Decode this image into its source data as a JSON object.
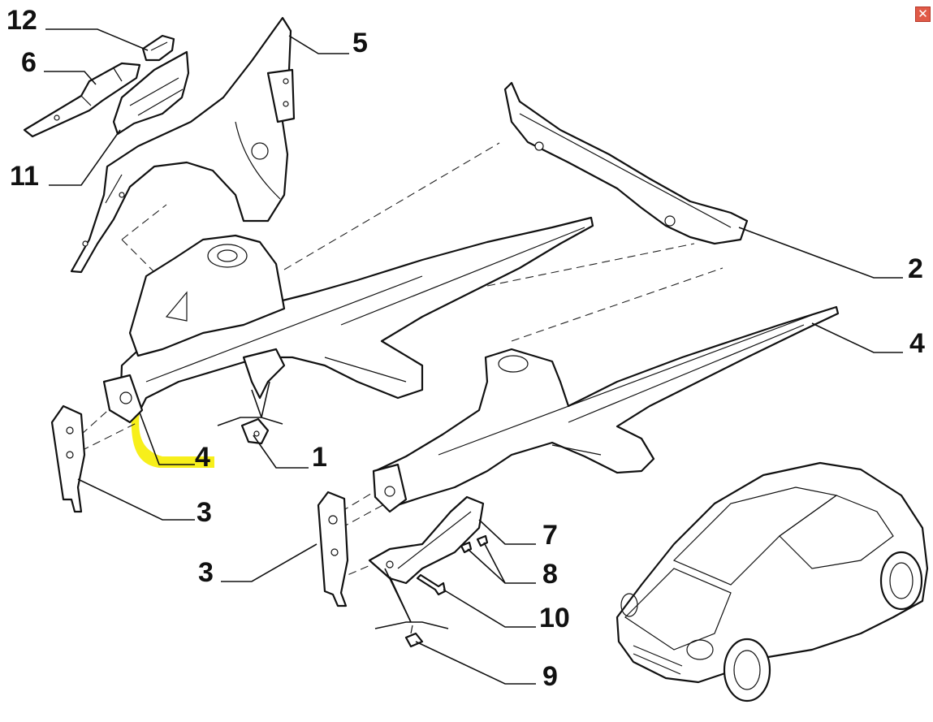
{
  "window": {
    "close_glyph": "✕",
    "close_icon": "close-icon"
  },
  "highlight_color": "#f7ef1b",
  "accent_color": "#e05a47",
  "callouts": [
    {
      "id": "c-12",
      "label": "12"
    },
    {
      "id": "c-6",
      "label": "6"
    },
    {
      "id": "c-11",
      "label": "11"
    },
    {
      "id": "c-5",
      "label": "5"
    },
    {
      "id": "c-2",
      "label": "2"
    },
    {
      "id": "c-4a",
      "label": "4"
    },
    {
      "id": "c-4b",
      "label": "4"
    },
    {
      "id": "c-1",
      "label": "1"
    },
    {
      "id": "c-3a",
      "label": "3"
    },
    {
      "id": "c-3b",
      "label": "3"
    },
    {
      "id": "c-7",
      "label": "7"
    },
    {
      "id": "c-8",
      "label": "8"
    },
    {
      "id": "c-10",
      "label": "10"
    },
    {
      "id": "c-9",
      "label": "9"
    }
  ]
}
